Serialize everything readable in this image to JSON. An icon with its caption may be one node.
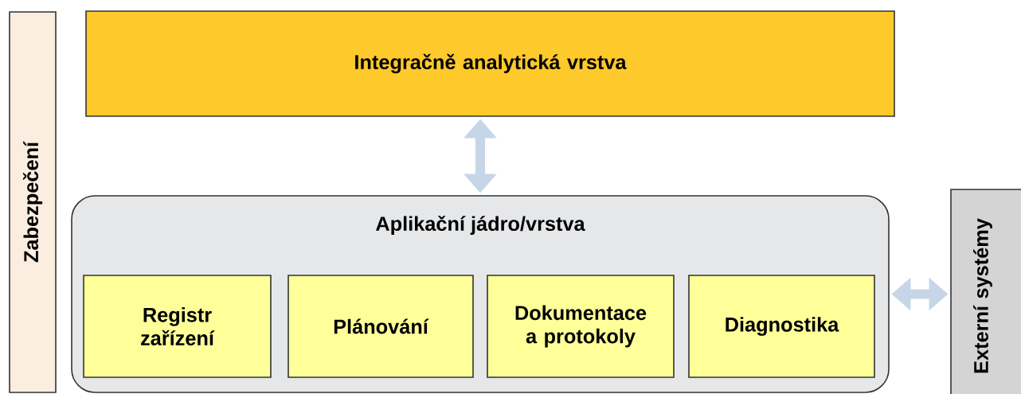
{
  "diagram": {
    "nodes": [
      {
        "text": [
          "Zabezpečení"
        ]
      },
      {
        "text": [
          "Integračně analytická vrstva"
        ]
      },
      {
        "text": [
          "Aplikační jádro/vrstva"
        ]
      },
      {
        "text": [
          "Registr zařízení"
        ],
        "in": 2
      },
      {
        "text": [
          "Plánování"
        ],
        "in": 2
      },
      {
        "text": [
          "Dokumentace a protokoly"
        ],
        "in": 2
      },
      {
        "text": [
          "Diagnostika"
        ],
        "in": 2
      },
      {
        "text": [
          "Externí systémy"
        ]
      }
    ],
    "edges": [
      {
        "from": 1,
        "to": 2,
        "arrow": "both"
      },
      {
        "from": 2,
        "to": 7,
        "arrow": "both"
      }
    ]
  }
}
